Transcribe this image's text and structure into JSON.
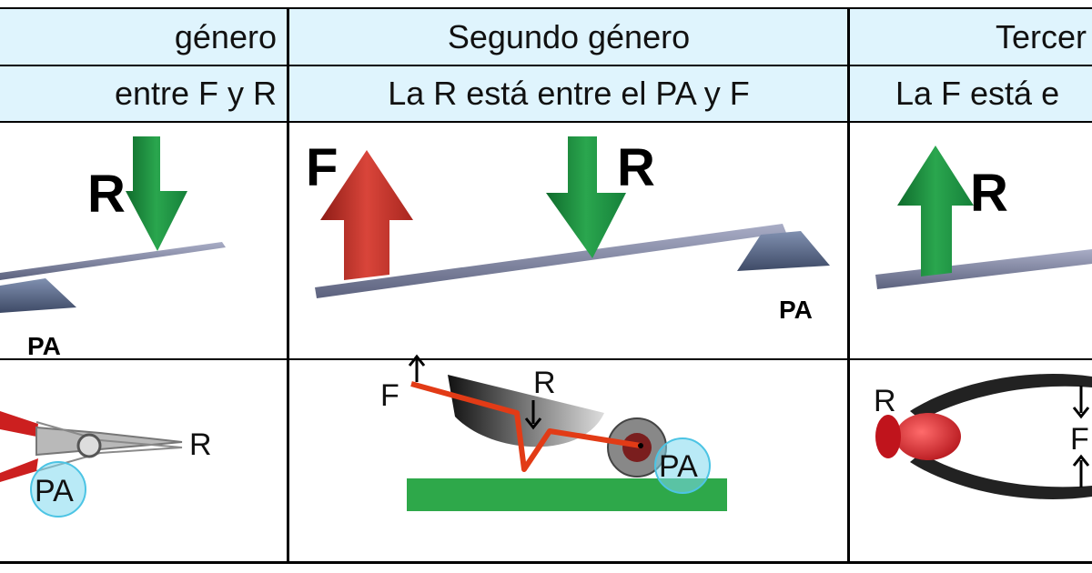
{
  "columns": [
    {
      "title": "género",
      "rule": "entre F y R"
    },
    {
      "title": "Segundo género",
      "rule": "La R está entre el PA y F"
    },
    {
      "title": "Tercer",
      "rule": "La F está e"
    }
  ],
  "levers": {
    "first": {
      "r_label": "R",
      "pa_label": "PA"
    },
    "second": {
      "f_label": "F",
      "r_label": "R",
      "pa_label": "PA"
    },
    "third": {
      "r_label": "R"
    }
  },
  "examples": {
    "pliers": {
      "r_label": "R",
      "pa_label": "PA"
    },
    "wheelbarrow": {
      "f_label": "F",
      "r_label": "R",
      "pa_label": "PA"
    },
    "tweezers": {
      "r_label": "R",
      "f_label": "F"
    }
  },
  "colors": {
    "header_bg": "#dff4fd",
    "force_arrow": "#c0392b",
    "resistance_arrow": "#1e8a3e",
    "beam": "#8e94b0",
    "fulcrum": "#6a7898",
    "pivot_circle": "#7fd8ee",
    "ground": "#2ea84a"
  }
}
